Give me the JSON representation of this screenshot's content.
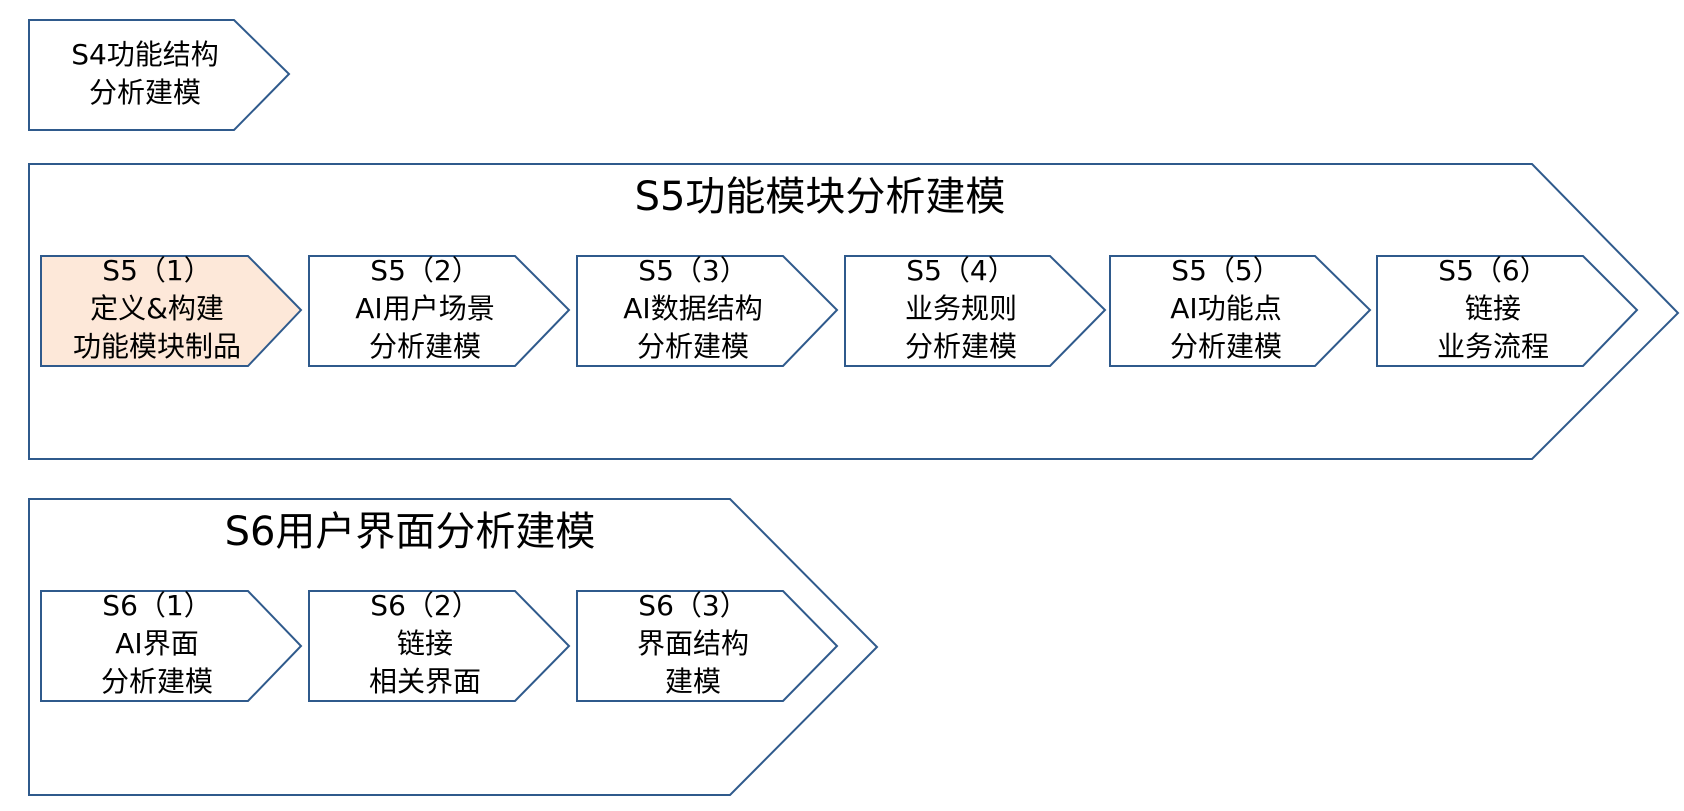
{
  "colors": {
    "stroke": "#2F5A8C",
    "fill": "#FFFFFF",
    "highlight_fill": "#FDE8D9",
    "text": "#000000"
  },
  "s4": {
    "line1": "S4功能结构",
    "line2": "分析建模"
  },
  "s5": {
    "title": "S5功能模块分析建模",
    "steps": [
      {
        "id": "S5（1）",
        "line1": "定义&构建",
        "line2": "功能模块制品",
        "highlighted": true
      },
      {
        "id": "S5（2）",
        "line1": "AI用户场景",
        "line2": "分析建模",
        "highlighted": false
      },
      {
        "id": "S5（3）",
        "line1": "AI数据结构",
        "line2": "分析建模",
        "highlighted": false
      },
      {
        "id": "S5（4）",
        "line1": "业务规则",
        "line2": "分析建模",
        "highlighted": false
      },
      {
        "id": "S5（5）",
        "line1": "AI功能点",
        "line2": "分析建模",
        "highlighted": false
      },
      {
        "id": "S5（6）",
        "line1": "链接",
        "line2": "业务流程",
        "highlighted": false
      }
    ]
  },
  "s6": {
    "title": "S6用户界面分析建模",
    "steps": [
      {
        "id": "S6（1）",
        "line1": "AI界面",
        "line2": "分析建模",
        "highlighted": false
      },
      {
        "id": "S6（2）",
        "line1": "链接",
        "line2": "相关界面",
        "highlighted": false
      },
      {
        "id": "S6（3）",
        "line1": "界面结构",
        "line2": "建模",
        "highlighted": false
      }
    ]
  }
}
